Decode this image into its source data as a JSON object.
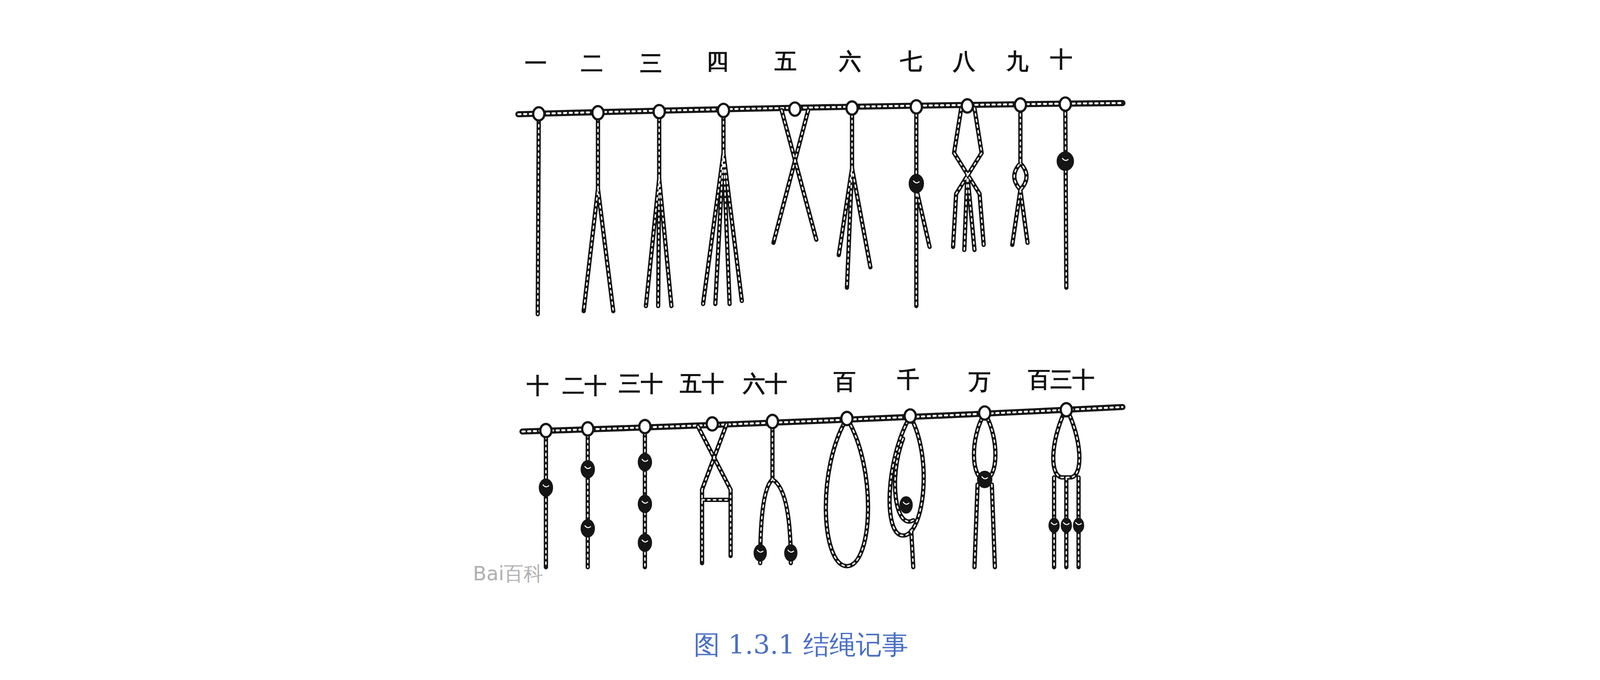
{
  "diagram": {
    "caption": "图 1.3.1 结绳记事",
    "labels": [
      "一",
      "二",
      "三",
      "四",
      "五",
      "六",
      "七",
      "八",
      "九",
      "十",
      "十",
      "二十",
      "三十",
      "五十",
      "六十",
      "百",
      "千",
      "万",
      "百三十",
      "Bai百科"
    ]
  }
}
